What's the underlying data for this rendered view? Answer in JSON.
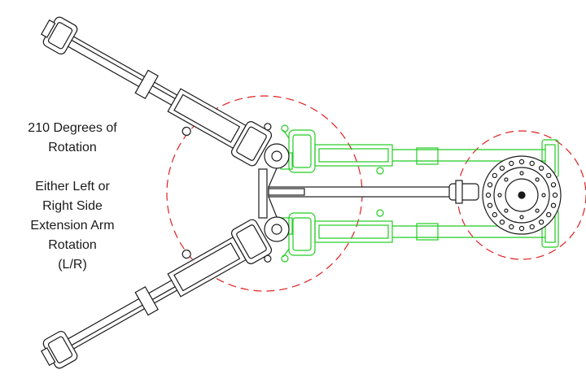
{
  "annotation": {
    "rotation_lines": [
      "210 Degrees of",
      "Rotation"
    ],
    "side_lines": [
      "Either Left or",
      "Right Side",
      "Extension Arm",
      "Rotation",
      "(L/R)"
    ]
  },
  "colors": {
    "outline": "#1a1a1a",
    "highlight": "#22cc22",
    "rotation_path": "#e02020",
    "background": "#ffffff"
  }
}
